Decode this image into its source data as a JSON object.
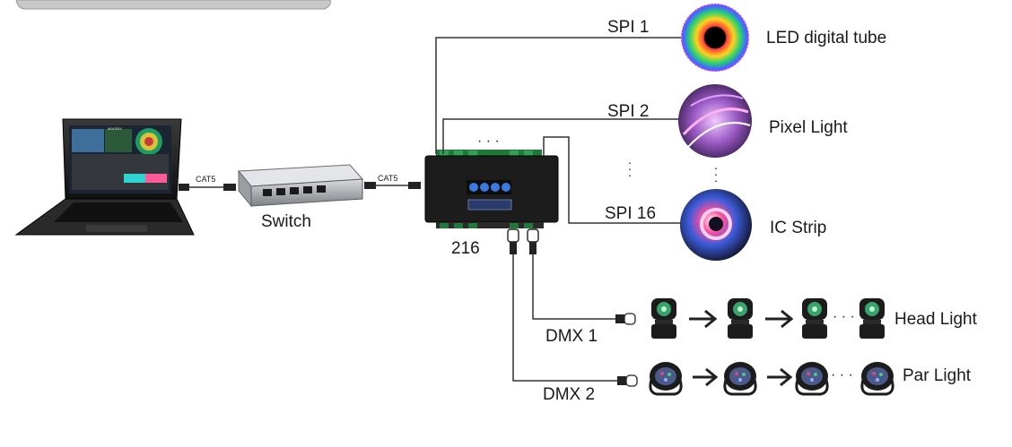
{
  "laptop": {
    "screen_text": "MAGRIX"
  },
  "links": {
    "cat5_left": "CAT5",
    "cat5_right": "CAT5"
  },
  "switch": {
    "label": "Switch"
  },
  "controller": {
    "label": "216",
    "top_dots": "· · ·"
  },
  "spi": [
    {
      "channel": "SPI 1",
      "device": "LED digital tube"
    },
    {
      "channel": "SPI 2",
      "device": "Pixel Light"
    },
    {
      "channel": "SPI 16",
      "device": "IC Strip"
    }
  ],
  "dmx": [
    {
      "channel": "DMX 1",
      "device": "Head Light"
    },
    {
      "channel": "DMX 2",
      "device": "Par Light"
    }
  ],
  "ellipsis": "· · ·",
  "colors": {
    "line": "#333333",
    "device_dark": "#1c1c1c",
    "button_blue": "#3a7ae0",
    "switch_body": "#8a8d91"
  }
}
